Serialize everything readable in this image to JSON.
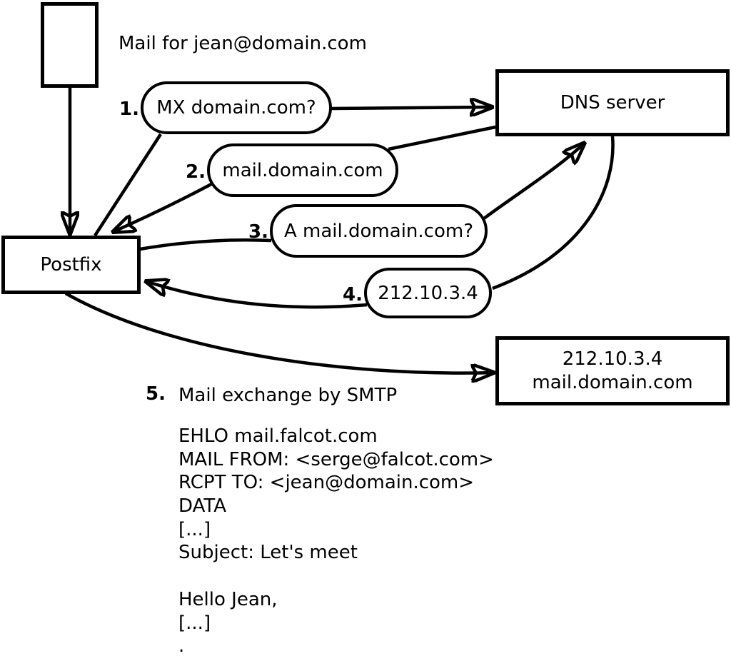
{
  "diagram": {
    "annotation": "Mail for jean@domain.com",
    "nodes": {
      "postfix": "Postfix",
      "dns": "DNS server",
      "mailserver_line1": "212.10.3.4",
      "mailserver_line2": "mail.domain.com"
    },
    "steps": [
      {
        "num": "1.",
        "label": "MX domain.com?"
      },
      {
        "num": "2.",
        "label": "mail.domain.com"
      },
      {
        "num": "3.",
        "label": "A mail.domain.com?"
      },
      {
        "num": "4.",
        "label": "212.10.3.4"
      },
      {
        "num": "5.",
        "label": "Mail exchange by SMTP"
      }
    ],
    "smtp_session": [
      "EHLO mail.falcot.com",
      "MAIL FROM: <serge@falcot.com>",
      "RCPT TO: <jean@domain.com>",
      "DATA",
      "[...]",
      "Subject: Let's meet",
      "",
      "Hello Jean,",
      "[...]",
      "."
    ],
    "colors": {
      "ink": "#000000",
      "paper": "#ffffff"
    }
  }
}
